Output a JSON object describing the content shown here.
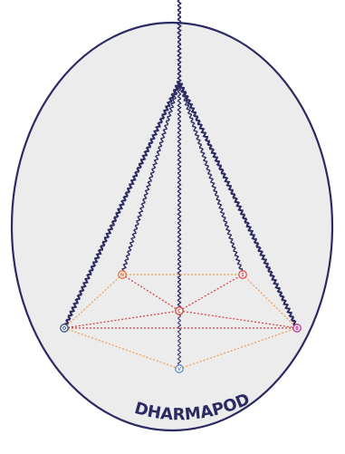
{
  "logo": {
    "wordmark": "DHARMAPOD",
    "colors": {
      "background": "#ffffff",
      "oval_fill": "#ececec",
      "oval_stroke": "#2b2a63",
      "cord": "#2b2a63",
      "text": "#2b2a63",
      "dotted_orange": "#f39a4b",
      "dotted_red": "#d43c3c",
      "node_left": "#2f4f86",
      "node_bottom": "#5d88c8",
      "node_center": "#d23c32",
      "node_right": "#c42a92",
      "node_upper_left": "#e66a3a",
      "node_upper_right": "#e14c4c"
    },
    "nodes": {
      "upper_left": {
        "letter": "N"
      },
      "upper_right": {
        "letter": "S"
      },
      "center": {
        "letter": "C"
      },
      "left": {
        "letter": "O"
      },
      "right": {
        "letter": "B"
      },
      "bottom": {
        "letter": "V"
      }
    }
  }
}
